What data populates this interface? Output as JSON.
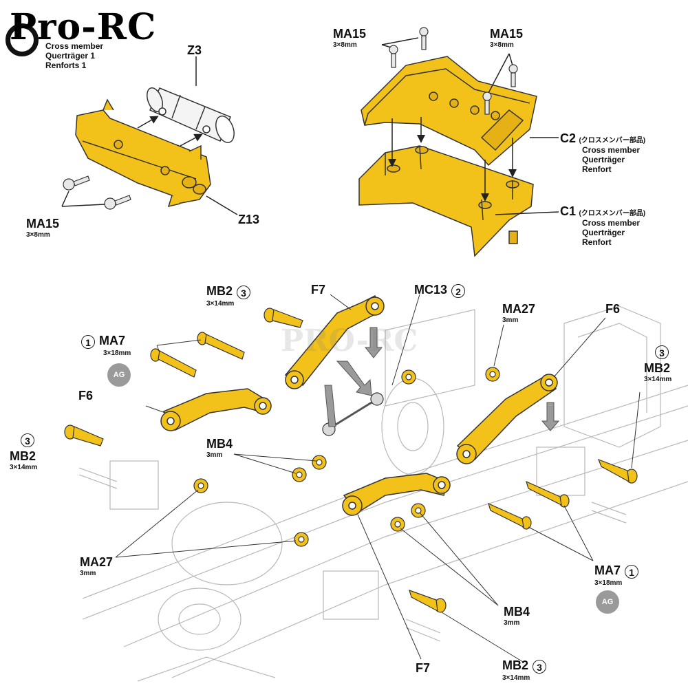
{
  "brand": {
    "text": "Pro-RC",
    "watermark": "PRO-RC"
  },
  "colors": {
    "part": "#f2c21b",
    "outline": "#333333",
    "ghost": "#b8b8b8"
  },
  "top_left": {
    "header_lines": [
      "Cross member",
      "Querträger 1",
      "Renforts 1"
    ],
    "z3": "Z3",
    "z13": "Z13",
    "ma15": {
      "name": "MA15",
      "size": "3×8mm"
    }
  },
  "top_right": {
    "ma15_left": {
      "name": "MA15",
      "size": "3×8mm"
    },
    "ma15_right": {
      "name": "MA15",
      "size": "3×8mm"
    },
    "c2": {
      "name": "C2",
      "jp": "(クロスメンバー部品)",
      "lines": [
        "Cross member",
        "Querträger",
        "Renfort"
      ]
    },
    "c1": {
      "name": "C1",
      "jp": "(クロスメンバー部品)",
      "lines": [
        "Cross member",
        "Querträger",
        "Renfort"
      ]
    }
  },
  "bottom": {
    "mb2_top": {
      "name": "MB2",
      "num": "3",
      "size": "3×14mm"
    },
    "f7_top": "F7",
    "mc13": {
      "name": "MC13",
      "num": "2"
    },
    "ma27_top": {
      "name": "MA27",
      "size": "3mm"
    },
    "f6_right": "F6",
    "mb2_right": {
      "name": "MB2",
      "num": "3",
      "size": "3×14mm"
    },
    "ma7_left": {
      "name": "MA7",
      "num": "1",
      "size": "3×18mm"
    },
    "ag": "AG",
    "f6_left": "F6",
    "mb2_left": {
      "name": "MB2",
      "num": "3",
      "size": "3×14mm"
    },
    "mb4_mid": {
      "name": "MB4",
      "size": "3mm"
    },
    "ma27_left": {
      "name": "MA27",
      "size": "3mm"
    },
    "ma7_right": {
      "name": "MA7",
      "num": "1",
      "size": "3×18mm"
    },
    "mb4_right": {
      "name": "MB4",
      "size": "3mm"
    },
    "f7_bottom": "F7",
    "mb2_bottom": {
      "name": "MB2",
      "num": "3",
      "size": "3×14mm"
    }
  }
}
